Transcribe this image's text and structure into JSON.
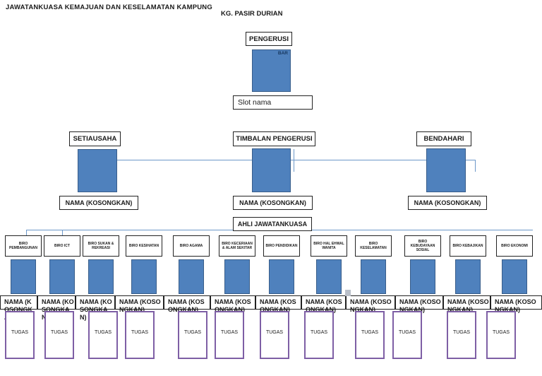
{
  "page": {
    "title": "JAWATANKUASA KEMAJUAN DAN KESELAMATAN KAMPUNG",
    "location": "KG. PASIR DURIAN"
  },
  "pengerusi": {
    "title": "PENGERUSI",
    "photo_tag": "BAR",
    "name_slot": "Slot nama"
  },
  "officers": [
    {
      "title": "SETIAUSAHA",
      "name": "NAMA (KOSONGKAN)"
    },
    {
      "title": "TIMBALAN PENGERUSI",
      "name": "NAMA (KOSONGKAN)"
    },
    {
      "title": "BENDAHARI",
      "name": "NAMA (KOSONGKAN)"
    }
  ],
  "committee": {
    "header": "AHLI JAWATANKUASA",
    "biros": [
      {
        "label": "BIRO PEMBANGUNAN",
        "name": "NAMA (KOSONGKAN)",
        "task": "TUGAS"
      },
      {
        "label": "BIRO ICT",
        "name": "NAMA (KOSONGKAN)",
        "task": "TUGAS"
      },
      {
        "label": "BIRO SUKAN & REKREASI",
        "name": "NAMA (KOSONGKAN)",
        "task": "TUGAS"
      },
      {
        "label": "BIRO KESIHATAN",
        "name": "NAMA (KOSONGKAN)",
        "task": "TUGAS"
      },
      {
        "label": "BIRO AGAMA",
        "name": "NAMA (KOSONGKAN)",
        "task": "TUGAS"
      },
      {
        "label": "BIRO KECERIAAN & ALAM SEKITAR",
        "name": "NAMA (KOSONGKAN)",
        "task": "TUGAS"
      },
      {
        "label": "BIRO PENDIDIKAN",
        "name": "NAMA (KOSONGKAN)",
        "task": "TUGAS"
      },
      {
        "label": "BIRO HAL EHWAL WANITA",
        "name": "NAMA (KOSONGKAN)",
        "task": "TUGAS"
      },
      {
        "label": "BIRO KESELAMATAN",
        "name": "NAMA (KOSONGKAN)",
        "task": "TUGAS"
      },
      {
        "label": "BIRO KEBUDAYAAN SOSIAL",
        "name": "NAMA (KOSONGKAN)",
        "task": "TUGAS"
      },
      {
        "label": "BIRO KEBAJIKAN",
        "name": "NAMA (KOSONGKAN)",
        "task": "TUGAS"
      },
      {
        "label": "BIRO EKONOMI",
        "name": "NAMA (KOSONGKAN)",
        "task": "TUGAS"
      }
    ]
  },
  "colors": {
    "photo_fill": "#4f81bd",
    "photo_border": "#385d8a",
    "connector": "#6d98c9",
    "task_border": "#7e5fa5"
  }
}
